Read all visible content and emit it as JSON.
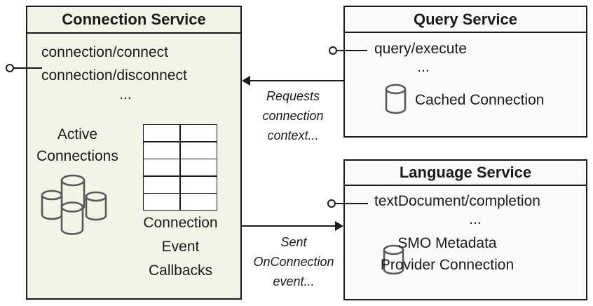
{
  "colors": {
    "connection_fill": "#f2f4e8",
    "service_fill": "#fafafa",
    "border_color": "#1a1a1a",
    "line_color": "#1a1a1a",
    "cylinder_stroke": "#595959",
    "table_fill": "#ffffff",
    "canvas_bg": "#ffffff",
    "text_color": "#1a1a1a"
  },
  "boxes": {
    "connection": {
      "title": "Connection Service",
      "methods": [
        "connection/connect",
        "connection/disconnect"
      ],
      "more": "...",
      "active_connections_label": "Active Connections",
      "callbacks_label": "Connection Event Callbacks"
    },
    "query": {
      "title": "Query Service",
      "methods": [
        "query/execute"
      ],
      "more": "...",
      "cached_label": "Cached Connection"
    },
    "language": {
      "title": "Language Service",
      "methods": [
        "textDocument/completion"
      ],
      "more": "...",
      "provider_lines": [
        "SMO Metadata",
        "Provider Connection"
      ]
    }
  },
  "arrows": {
    "requests_label": "Requests connection context...",
    "sent_label": "Sent OnConnection event..."
  },
  "icons": {
    "active_connections_cluster": "database-cylinder-cluster-icon",
    "cached_connection": "database-cylinder-icon",
    "provider_connection": "database-cylinder-icon",
    "callback_table": "grid-table-icon",
    "interfaces": "lollipop-interface-icon"
  }
}
